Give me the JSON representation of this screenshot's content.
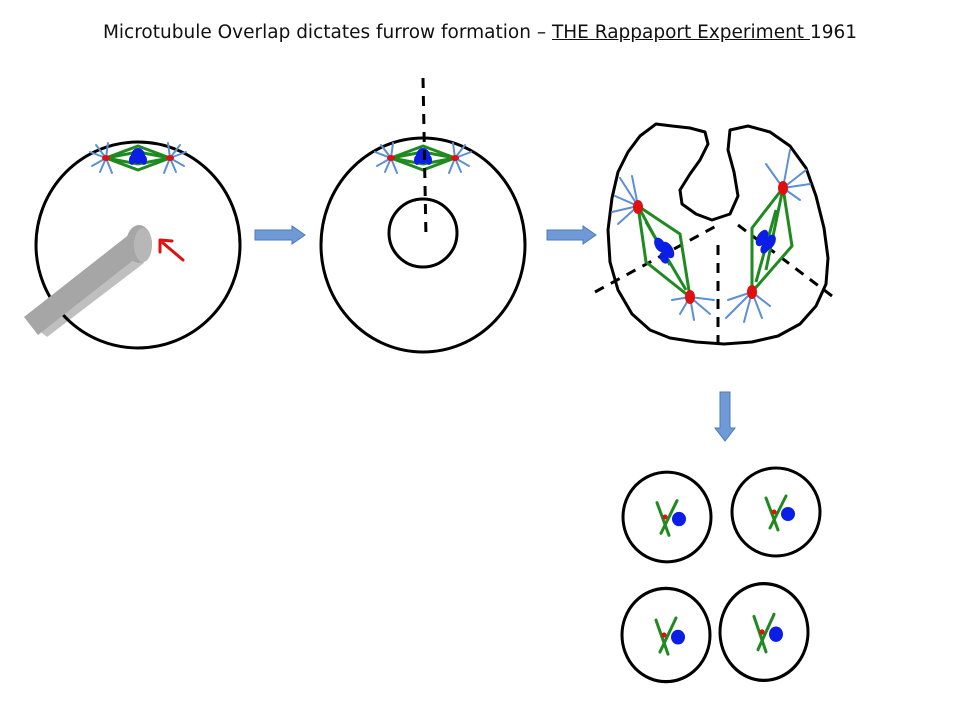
{
  "title": {
    "before": "Microtubule Overlap dictates furrow formation – ",
    "underlined": "THE Rappaport Experiment ",
    "after": "1961"
  },
  "colors": {
    "spindle_green": "#1f8a1f",
    "astral_blue": "#5b8fd6",
    "chromosome_blue": "#0a1ee6",
    "centrosome_red": "#e01010",
    "arrow_fill": "#6f9ad8",
    "needle_gray": "#a6a6a6",
    "pointer_red": "#e01010"
  },
  "icons": {
    "needle": "glass-needle-icon",
    "pointer": "red-arrow-icon",
    "step_arrow": "flow-arrow-icon"
  }
}
